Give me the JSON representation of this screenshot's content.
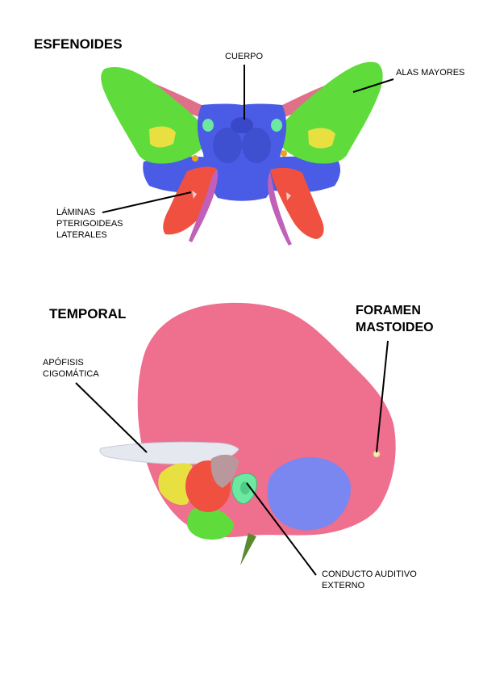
{
  "sphenoid": {
    "title": "ESFENOIDES",
    "labels": {
      "body": "CUERPO",
      "greater_wings": "ALAS MAYORES",
      "lateral_plates_line1": "LÁMINAS",
      "lateral_plates_line2": "PTERIGOIDEAS",
      "lateral_plates_line3": "LATERALES"
    }
  },
  "temporal": {
    "title": "TEMPORAL",
    "labels": {
      "mastoid_foramen_line1": "FORAMEN",
      "mastoid_foramen_line2": "MASTOIDEO",
      "zygomatic_line1": "APÓFISIS",
      "zygomatic_line2": "CIGOMÁTICA",
      "auditory_line1": "CONDUCTO AUDITIVO",
      "auditory_line2": "EXTERNO"
    }
  },
  "colors": {
    "wing_green": "#5fdc3c",
    "body_blue": "#4a5ce6",
    "plate_red": "#f05040",
    "pink_process": "#e0708a",
    "yellow": "#e8e040",
    "temporal_pink": "#ee6f8e",
    "zygomatic_white": "#e6e8f0",
    "canal_green": "#6ce8a0",
    "lilac_blue": "#7b87f0"
  }
}
